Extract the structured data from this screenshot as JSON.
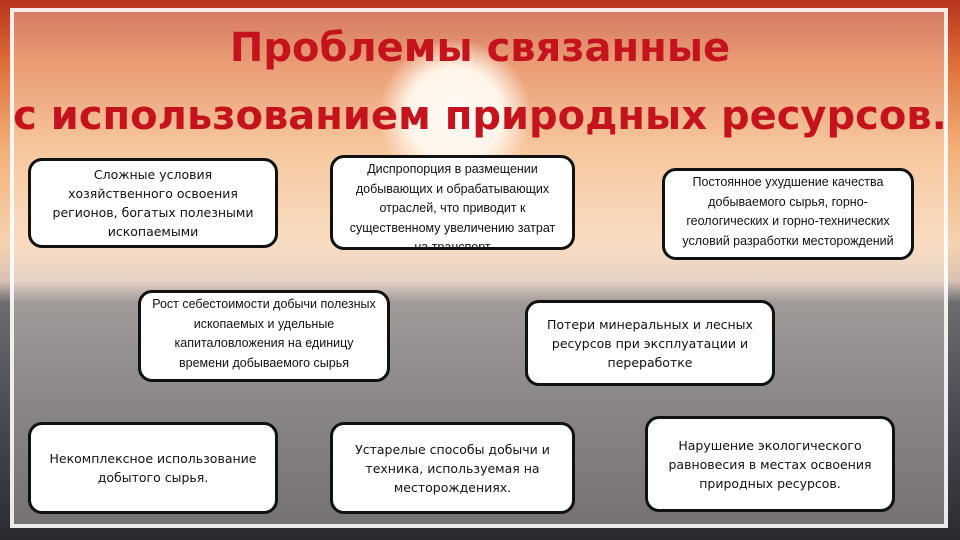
{
  "slide": {
    "title_line1": "Проблемы связанные",
    "title_line2": "с использованием природных ресурсов.",
    "accent_color": "#c4131d",
    "boxes": [
      "Сложные условия хозяйственного освоения регионов, богатых полезными ископаемыми",
      "Диспропорция в размещении добывающих и обрабатывающих отраслей, что приводит к существенному увеличению затрат на транспорт",
      "Постоянное ухудшение качества добываемого сырья, горно-геологических и горно-технических условий разработки месторождений",
      "Рост себестоимости добычи полезных ископаемых и удельные капиталовложения на единицу времени добываемого сырья",
      "Потери минеральных и лесных ресурсов при эксплуатации и переработке",
      "Некомплексное использование  добытого сырья.",
      "Устарелые способы добычи и техника, используемая на месторождениях.",
      "Нарушение экологического равновесия в местах освоения природных ресурсов."
    ]
  }
}
